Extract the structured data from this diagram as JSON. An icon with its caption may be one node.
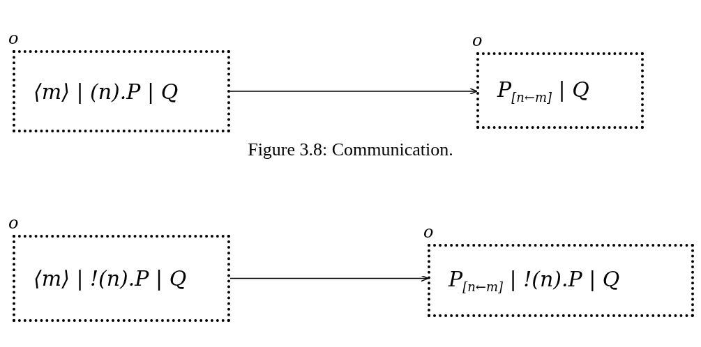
{
  "diagram": {
    "caption": "Figure 3.8: Communication.",
    "nodes": [
      {
        "text": [
          "o",
          "⟨m⟩ | (n).P | Q"
        ]
      },
      {
        "text": [
          "o",
          "P$_{[n←m]}$ | Q"
        ]
      },
      {
        "text": [
          "o",
          "⟨m⟩ | !(n).P | Q"
        ]
      },
      {
        "text": [
          "o",
          "P$_{[n←m]}$ | !(n).P | Q"
        ]
      }
    ],
    "edges": [
      {
        "from": 0,
        "to": 1,
        "arrow": "to"
      },
      {
        "from": 2,
        "to": 3,
        "arrow": "to"
      }
    ]
  }
}
